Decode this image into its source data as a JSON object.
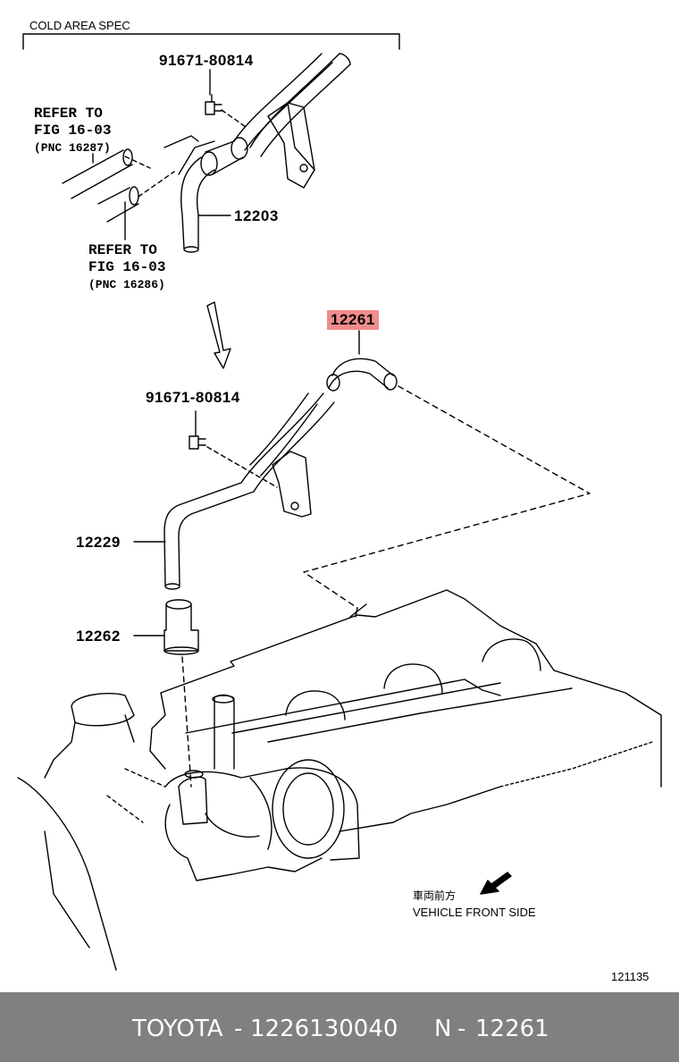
{
  "diagram": {
    "cold_area_label": "COLD AREA SPEC",
    "part_labels": {
      "bolt_top": "91671-80814",
      "hose_12203": "12203",
      "hose_12261": "12261",
      "bolt_mid": "91671-80814",
      "pipe_12229": "12229",
      "hose_12262": "12262"
    },
    "refer_1": {
      "line1": "REFER TO",
      "line2": "FIG 16-03",
      "line3": "(PNC 16287)"
    },
    "refer_2": {
      "line1": "REFER TO",
      "line2": "FIG 16-03",
      "line3": "(PNC 16286)"
    },
    "front_jp": "車両前方",
    "front_en": "VEHICLE FRONT SIDE",
    "figure_number": "121135",
    "highlight_color": "#f08c8c"
  },
  "footer": {
    "brand": "TOYOTA",
    "sep1": "-",
    "part_number": "1226130040",
    "n": "N",
    "sep2": "-",
    "pnc": "12261"
  }
}
